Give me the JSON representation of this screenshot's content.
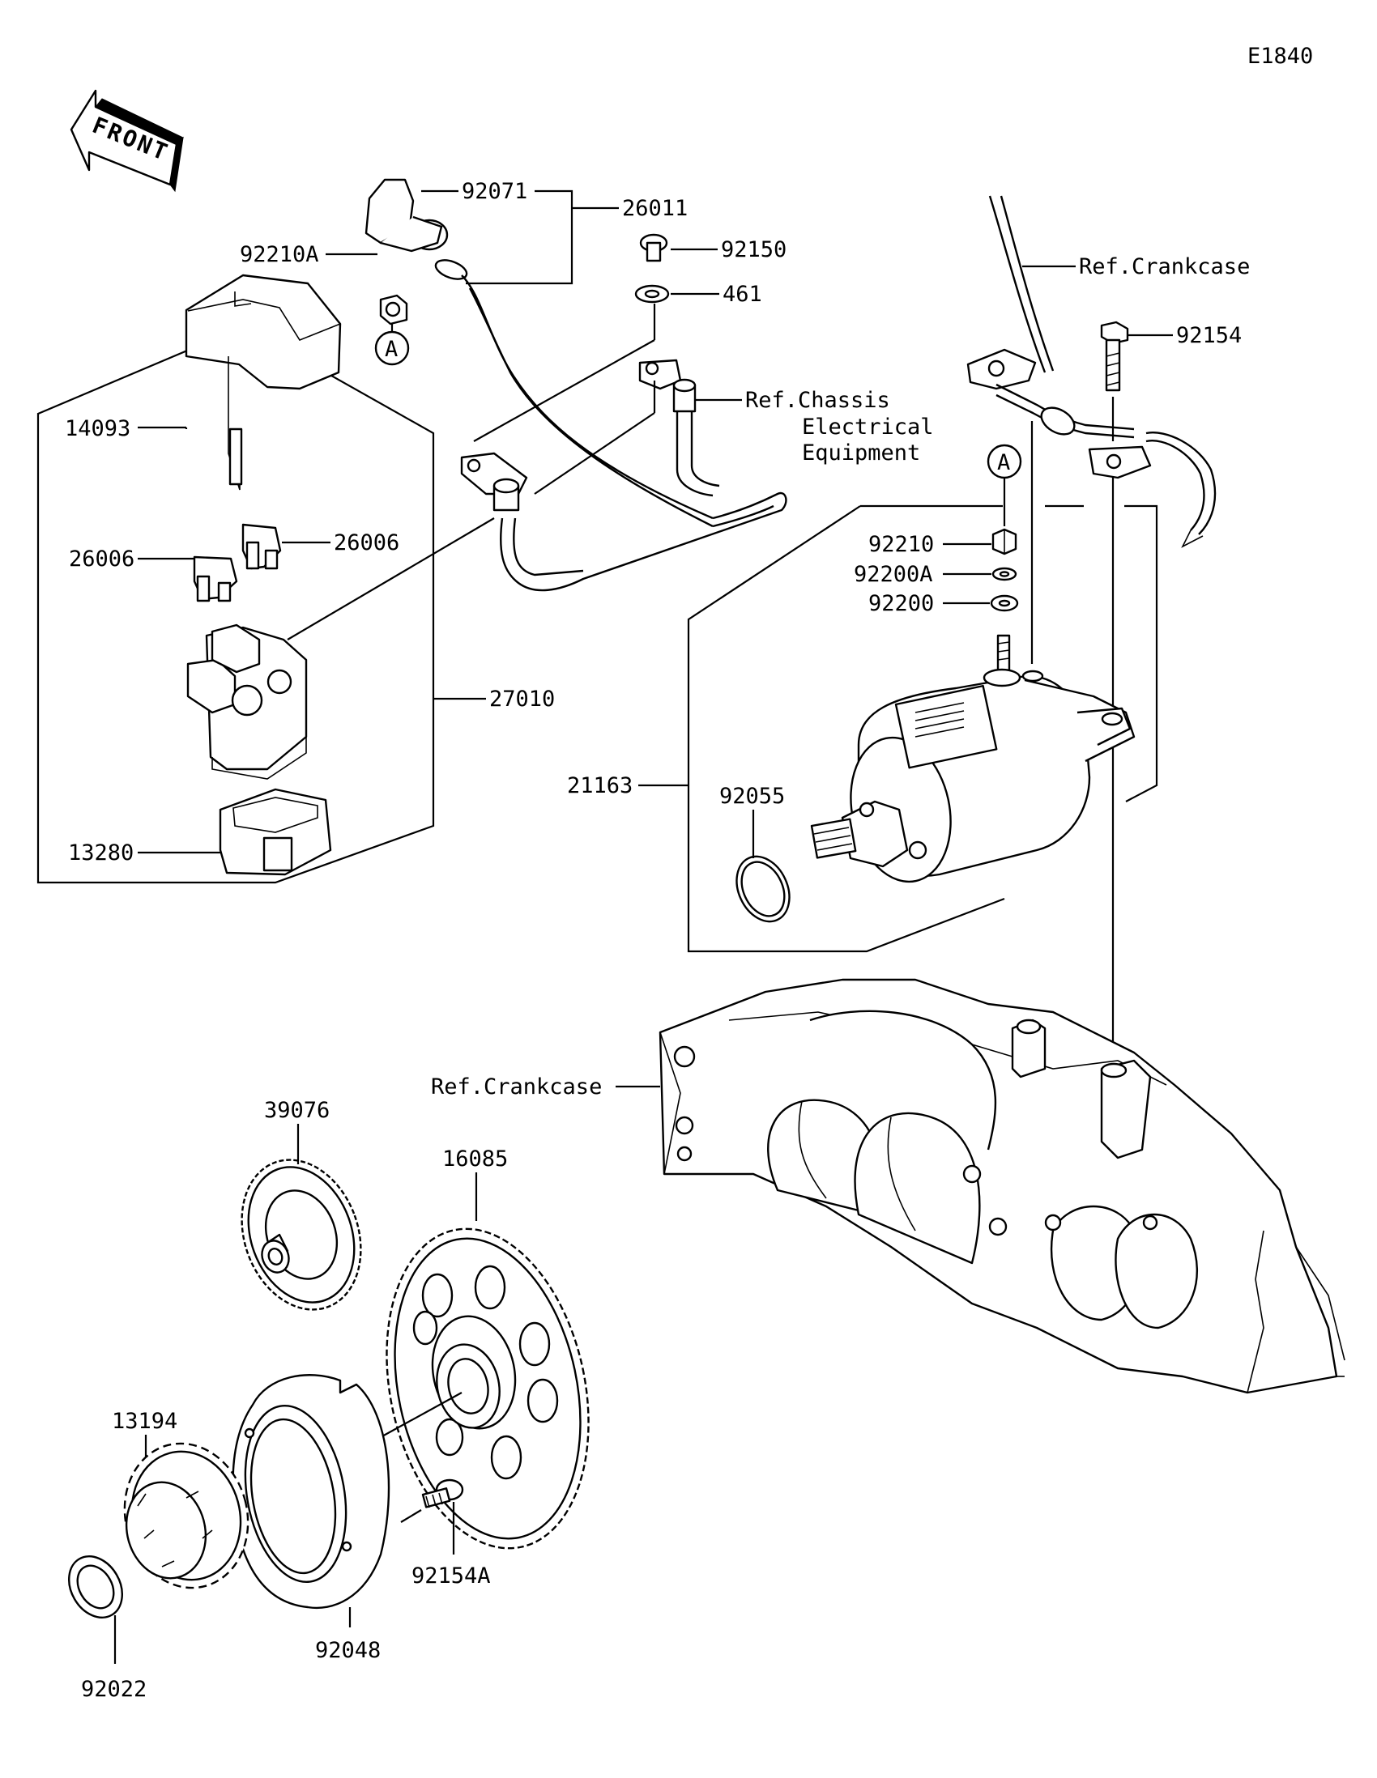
{
  "diagram_code": "E1840",
  "front_label": "FRONT",
  "callout_letter": "A",
  "labels": {
    "p26011": "26011",
    "p92071": "92071",
    "p92210A": "92210A",
    "p92150": "92150",
    "p461": "461",
    "p14093": "14093",
    "p26006_right": "26006",
    "p26006_left": "26006",
    "p27010": "27010",
    "p13280": "13280",
    "ref_chassis_1": "Ref.Chassis",
    "ref_chassis_2": "Electrical",
    "ref_chassis_3": "Equipment",
    "ref_crankcase_top": "Ref.Crankcase",
    "p92154": "92154",
    "p92210": "92210",
    "p92200A": "92200A",
    "p92200": "92200",
    "p21163": "21163",
    "p92055": "92055",
    "ref_crankcase_mid": "Ref.Crankcase",
    "p39076": "39076",
    "p16085": "16085",
    "p13194": "13194",
    "p92154A": "92154A",
    "p92048": "92048",
    "p92022": "92022"
  }
}
